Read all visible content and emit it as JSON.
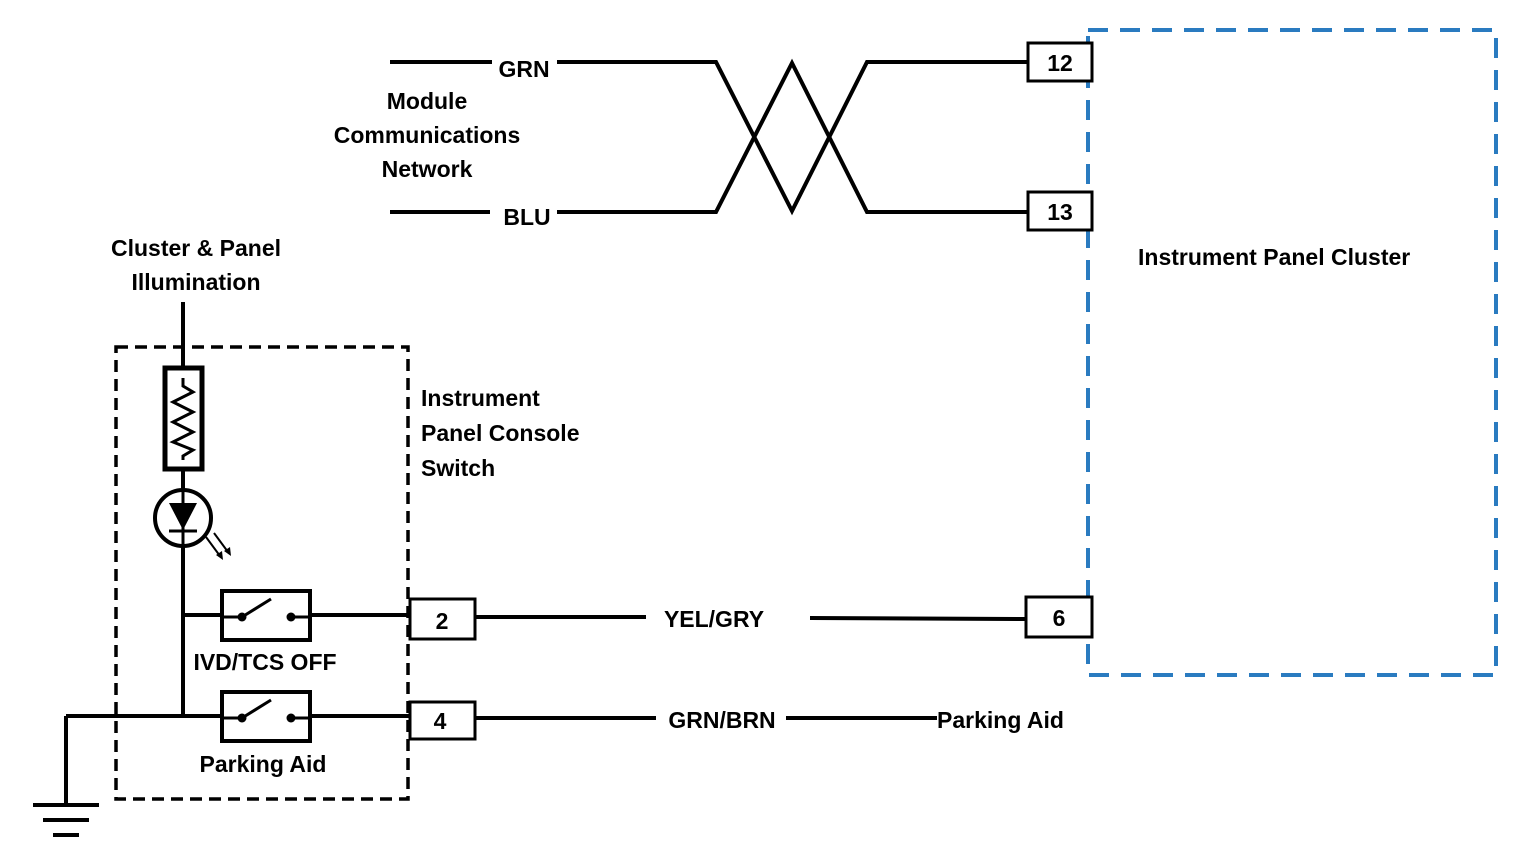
{
  "network": {
    "label_lines": [
      "Module",
      "Communications",
      "Network"
    ],
    "wire_top": "GRN",
    "wire_bottom": "BLU"
  },
  "illumination": {
    "label_lines": [
      "Cluster & Panel",
      "Illumination"
    ]
  },
  "console_switch": {
    "label_lines": [
      "Instrument",
      "Panel Console",
      "Switch"
    ],
    "switch1_label": "IVD/TCS OFF",
    "switch2_label": "Parking Aid",
    "pins": {
      "p2": "2",
      "p4": "4"
    }
  },
  "cluster": {
    "label": "Instrument Panel Cluster",
    "pins": {
      "p12": "12",
      "p13": "13",
      "p6": "6"
    },
    "border_color": "#2a7bc0"
  },
  "wires": {
    "yel_gry": "YEL/GRY",
    "grn_brn": "GRN/BRN",
    "parking_aid_dest": "Parking Aid"
  }
}
